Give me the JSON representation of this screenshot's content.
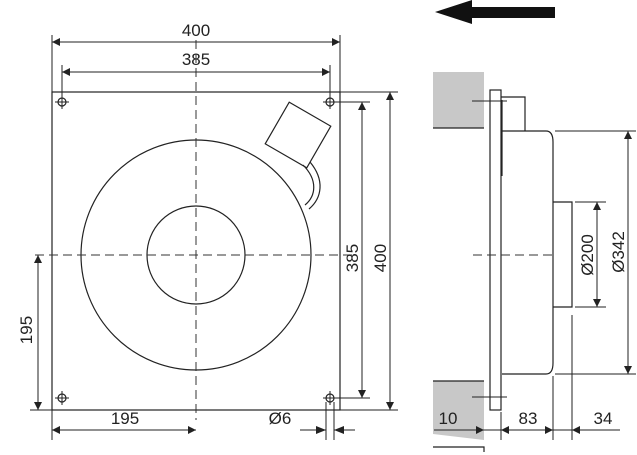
{
  "front_view": {
    "width_outer": "400",
    "width_holes": "385",
    "height_holes": "385",
    "height_outer": "400",
    "center_vertical": "195",
    "center_horizontal": "195",
    "hole_diameter": "Ø6"
  },
  "side_view": {
    "wall_thickness": "10",
    "depth_body": "83",
    "depth_hub": "34",
    "hub_diameter": "Ø200",
    "body_diameter": "Ø342"
  },
  "colors": {
    "line": "#222222",
    "wall": "#c8c8c8"
  }
}
